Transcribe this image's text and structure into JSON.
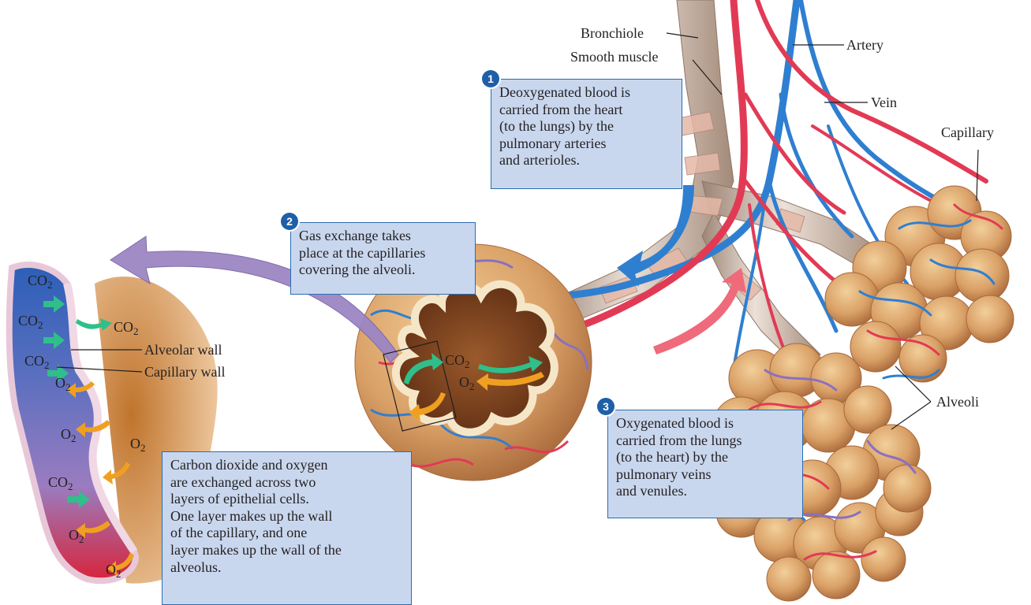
{
  "labels": {
    "bronchiole": "Bronchiole",
    "smooth_muscle": "Smooth muscle",
    "artery": "Artery",
    "vein": "Vein",
    "capillary": "Capillary",
    "alveoli": "Alveoli",
    "alveolar_wall": "Alveolar wall",
    "capillary_wall": "Capillary wall"
  },
  "steps": [
    {
      "number": "1",
      "lines": [
        "Deoxygenated blood is",
        "carried from the heart",
        "(to the lungs) by the",
        "pulmonary arteries",
        "and arterioles."
      ]
    },
    {
      "number": "2",
      "lines": [
        "Gas exchange takes",
        "place at the capillaries",
        "covering the alveoli."
      ]
    },
    {
      "number": "3",
      "lines": [
        "Oxygenated blood is",
        "carried from the lungs",
        "(to the heart) by the",
        "pulmonary veins",
        "and venules."
      ]
    }
  ],
  "detail_caption": {
    "lines": [
      "Carbon dioxide and oxygen",
      "are exchanged across two",
      "layers of epithelial cells.",
      "One layer makes up the wall",
      "of the capillary, and one",
      "layer makes up the wall of the",
      "alveolus."
    ]
  },
  "gases": {
    "co2_base": "CO",
    "co2_sub": "2",
    "o2_base": "O",
    "o2_sub": "2"
  },
  "colors": {
    "box_fill": "#c9d7ee",
    "box_border": "#2b6cb0",
    "number_badge": "#1f5fa8",
    "artery_blue": "#2f7fd0",
    "vein_red": "#e23a55",
    "co2_arrow": "#2fbf8a",
    "o2_arrow": "#f0a020",
    "detail_arrow": "#9c86c4"
  }
}
